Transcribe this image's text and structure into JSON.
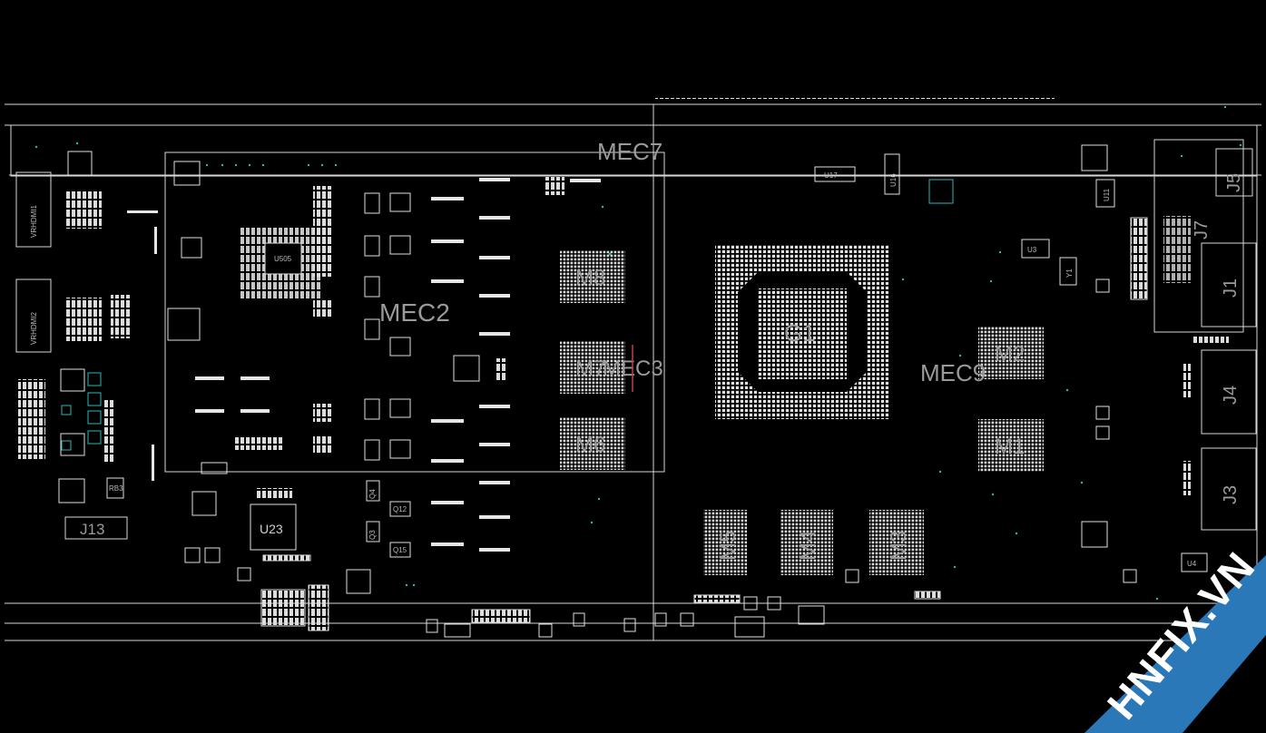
{
  "colors": {
    "background": "#000000",
    "outline": "#d8d8d8",
    "pad": "#e6e6e6",
    "via": "#2fb6b6",
    "label": "#9a9a9a",
    "marker": "#c04040",
    "banner": "#2a78b8"
  },
  "regions": {
    "mec7": "MEC7",
    "mec2": "MEC2",
    "mec3": "MEC3",
    "mec9": "MEC9"
  },
  "components": {
    "g1": "G1",
    "m1": "M1",
    "m2": "M2",
    "m3": "M3",
    "m4": "M4",
    "m5": "M5",
    "m6": "M6",
    "m7": "M7",
    "m8": "M8",
    "u23": "U23",
    "u3": "U3",
    "u4": "U4",
    "u16": "U16",
    "u17": "U17",
    "u11": "U11",
    "y1": "Y1",
    "u505": "U505",
    "rb3": "RB3"
  },
  "connectors": {
    "vrhdmi1": "VRHDMI1",
    "vrhdmi2": "VRHDMI2",
    "j13": "J13",
    "j5": "J5",
    "j1": "J1",
    "j4": "J4",
    "j3": "J3",
    "j7": "J7"
  },
  "parts_small": {
    "q4": "Q4",
    "q3": "Q3",
    "q12": "Q12",
    "q15": "Q15"
  },
  "watermark": "HNFIX.VN"
}
